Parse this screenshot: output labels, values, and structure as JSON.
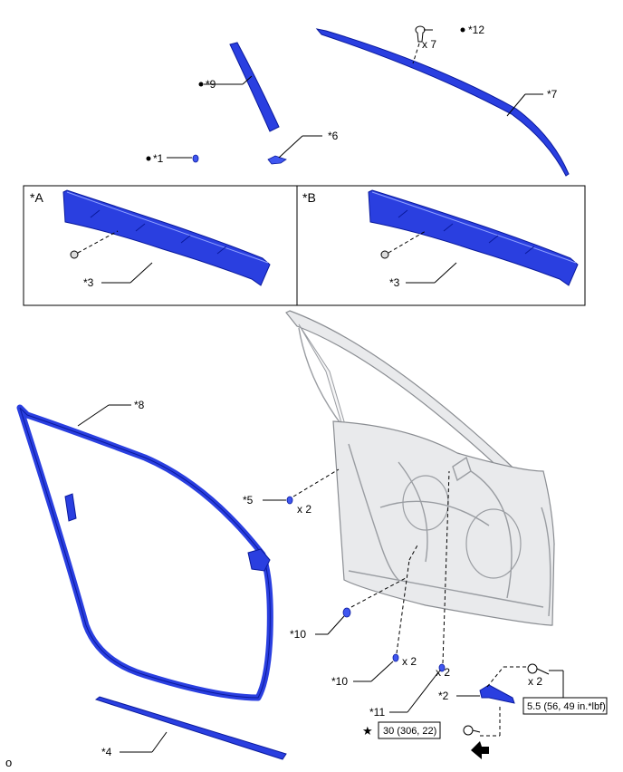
{
  "labels": {
    "l12": "*12",
    "x7": "x 7",
    "l9": "*9",
    "l7": "*7",
    "l6": "*6",
    "l1": "*1",
    "boxA": "*A",
    "boxB": "*B",
    "l3a": "*3",
    "l3b": "*3",
    "l8": "*8",
    "l5": "*5",
    "x2_5": "x 2",
    "l10a": "*10",
    "l10b": "*10",
    "x2_10": "x 2",
    "l11": "*11",
    "x2_11": "x 2",
    "l2": "*2",
    "x2_bolt": "x 2",
    "l4": "*4",
    "footer": "o"
  },
  "torques": {
    "bolt_spec": "5.5 (56, 49 in.*lbf)",
    "hinge_spec": "30 (306, 22)",
    "star": "★"
  },
  "colors": {
    "part_blue": "#2a3fe0",
    "outline_blue": "#0a1a9c",
    "door_gray": "#e9eaec"
  }
}
